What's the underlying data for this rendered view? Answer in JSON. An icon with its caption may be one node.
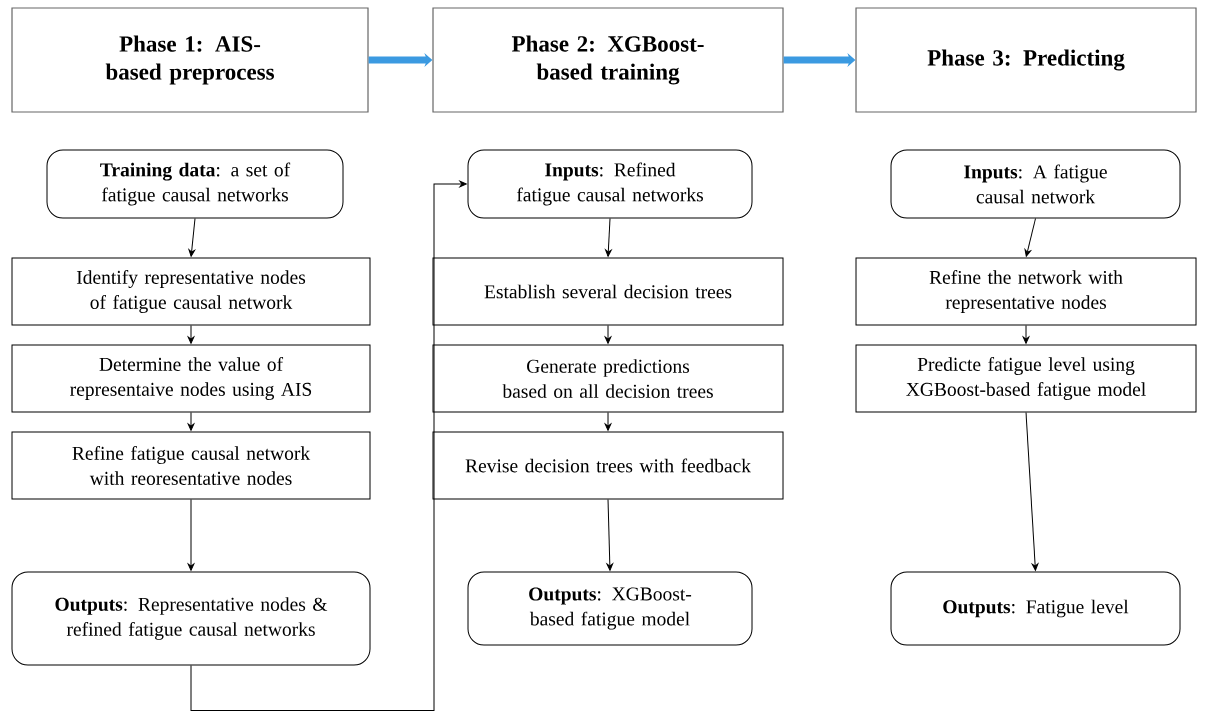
{
  "diagram": {
    "nodes": [
      {
        "text": [
          "Phase 1: AIS-based preprocess"
        ]
      },
      {
        "text": [
          "Phase 2: XGBoost-based training"
        ]
      },
      {
        "text": [
          "Phase 3: Predicting"
        ]
      },
      {
        "text": [
          "**Training data**: a set of fatigue causal networks"
        ]
      },
      {
        "text": [
          "Identify representative nodes of fatigue causal network"
        ]
      },
      {
        "text": [
          "Determine the value of representaive nodes using AIS"
        ]
      },
      {
        "text": [
          "Refine fatigue causal network with reoresentative nodes"
        ]
      },
      {
        "text": [
          "**Outputs**: Representative nodes & refined fatigue causal networks"
        ]
      },
      {
        "text": [
          "**Inputs**: Refined fatigue causal networks"
        ]
      },
      {
        "text": [
          "Establish several decision trees"
        ]
      },
      {
        "text": [
          "Generate predictions based on all decision trees"
        ]
      },
      {
        "text": [
          "Revise decision trees with feedback"
        ]
      },
      {
        "text": [
          "**Outputs**: XGBoost-based fatigue model"
        ]
      },
      {
        "text": [
          "**Inputs**: A fatigue causal network"
        ]
      },
      {
        "text": [
          "Refine the network with representative nodes"
        ]
      },
      {
        "text": [
          "Predicte fatigue level using XGBoost-based fatigue model"
        ]
      },
      {
        "text": [
          "**Outputs**: Fatigue level"
        ]
      }
    ],
    "edges": [
      {
        "from": 0,
        "to": 1,
        "arrow": "to",
        "style": "thick",
        "color": "#3b9ae1"
      },
      {
        "from": 1,
        "to": 2,
        "arrow": "to",
        "style": "thick",
        "color": "#3b9ae1"
      },
      {
        "from": 3,
        "to": 4,
        "arrow": "to"
      },
      {
        "from": 4,
        "to": 5,
        "arrow": "to"
      },
      {
        "from": 5,
        "to": 6,
        "arrow": "to"
      },
      {
        "from": 6,
        "to": 7,
        "arrow": "to"
      },
      {
        "from": 7,
        "to": 8,
        "arrow": "to"
      },
      {
        "from": 8,
        "to": 9,
        "arrow": "to"
      },
      {
        "from": 9,
        "to": 10,
        "arrow": "to"
      },
      {
        "from": 10,
        "to": 11,
        "arrow": "to"
      },
      {
        "from": 11,
        "to": 12,
        "arrow": "to"
      },
      {
        "from": 13,
        "to": 14,
        "arrow": "to"
      },
      {
        "from": 14,
        "to": 15,
        "arrow": "to"
      },
      {
        "from": 15,
        "to": 16,
        "arrow": "to"
      }
    ]
  }
}
